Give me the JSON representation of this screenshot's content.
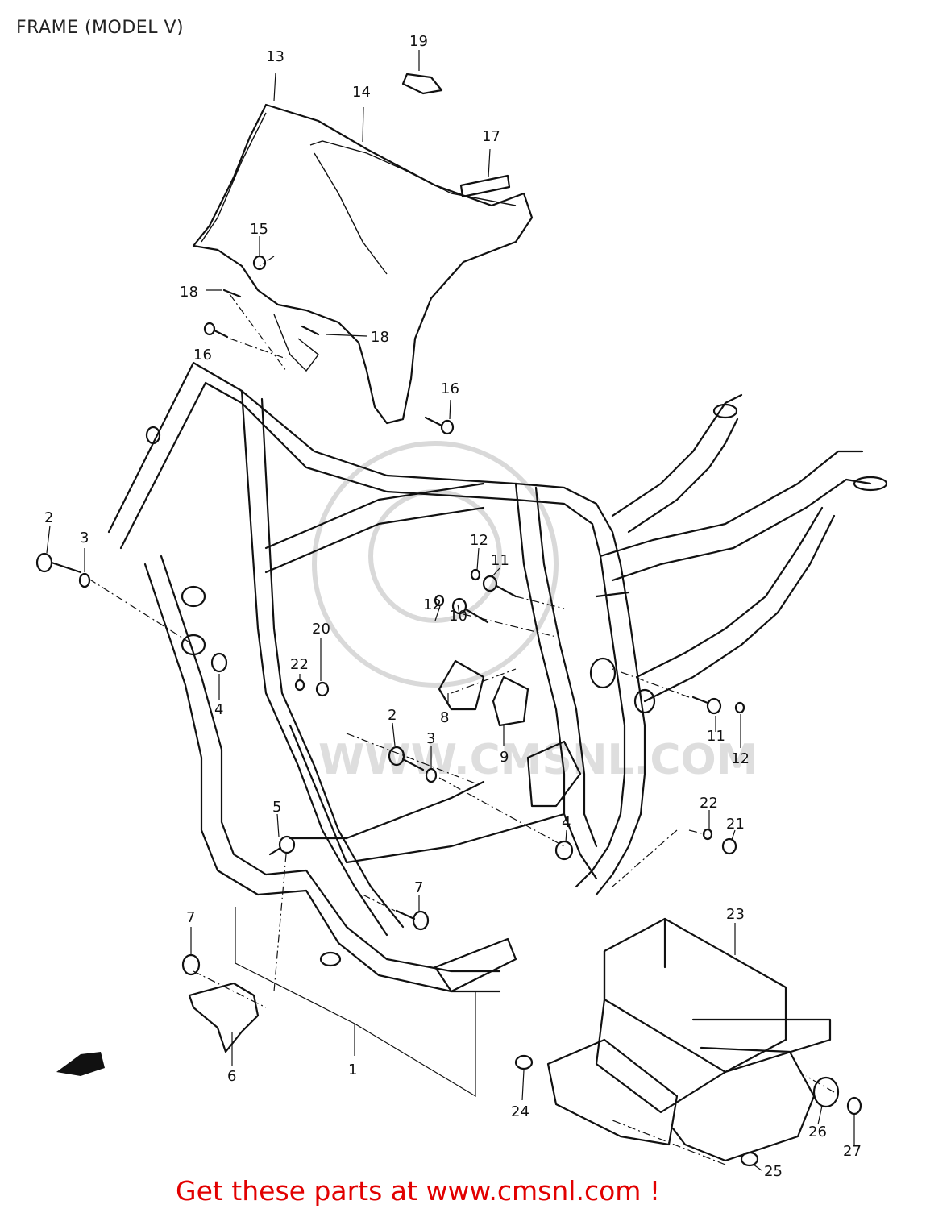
{
  "title": "FRAME (MODEL V)",
  "footer": "Get these parts at www.cmsnl.com !",
  "watermark": "WWW.CMSNL.COM",
  "callouts": [
    {
      "id": "c1",
      "text": "1"
    },
    {
      "id": "c2a",
      "text": "2"
    },
    {
      "id": "c2b",
      "text": "2"
    },
    {
      "id": "c3a",
      "text": "3"
    },
    {
      "id": "c3b",
      "text": "3"
    },
    {
      "id": "c4a",
      "text": "4"
    },
    {
      "id": "c4b",
      "text": "4"
    },
    {
      "id": "c5",
      "text": "5"
    },
    {
      "id": "c6",
      "text": "6"
    },
    {
      "id": "c7a",
      "text": "7"
    },
    {
      "id": "c7b",
      "text": "7"
    },
    {
      "id": "c8",
      "text": "8"
    },
    {
      "id": "c9",
      "text": "9"
    },
    {
      "id": "c10",
      "text": "10"
    },
    {
      "id": "c11a",
      "text": "11"
    },
    {
      "id": "c11b",
      "text": "11"
    },
    {
      "id": "c12a",
      "text": "12"
    },
    {
      "id": "c12b",
      "text": "12"
    },
    {
      "id": "c12c",
      "text": "12"
    },
    {
      "id": "c13",
      "text": "13"
    },
    {
      "id": "c14",
      "text": "14"
    },
    {
      "id": "c15",
      "text": "15"
    },
    {
      "id": "c16a",
      "text": "16"
    },
    {
      "id": "c16b",
      "text": "16"
    },
    {
      "id": "c17",
      "text": "17"
    },
    {
      "id": "c18a",
      "text": "18"
    },
    {
      "id": "c18b",
      "text": "18"
    },
    {
      "id": "c19",
      "text": "19"
    },
    {
      "id": "c20",
      "text": "20"
    },
    {
      "id": "c21",
      "text": "21"
    },
    {
      "id": "c22a",
      "text": "22"
    },
    {
      "id": "c22b",
      "text": "22"
    },
    {
      "id": "c23",
      "text": "23"
    },
    {
      "id": "c24",
      "text": "24"
    },
    {
      "id": "c25",
      "text": "25"
    },
    {
      "id": "c26",
      "text": "26"
    },
    {
      "id": "c27",
      "text": "27"
    }
  ]
}
